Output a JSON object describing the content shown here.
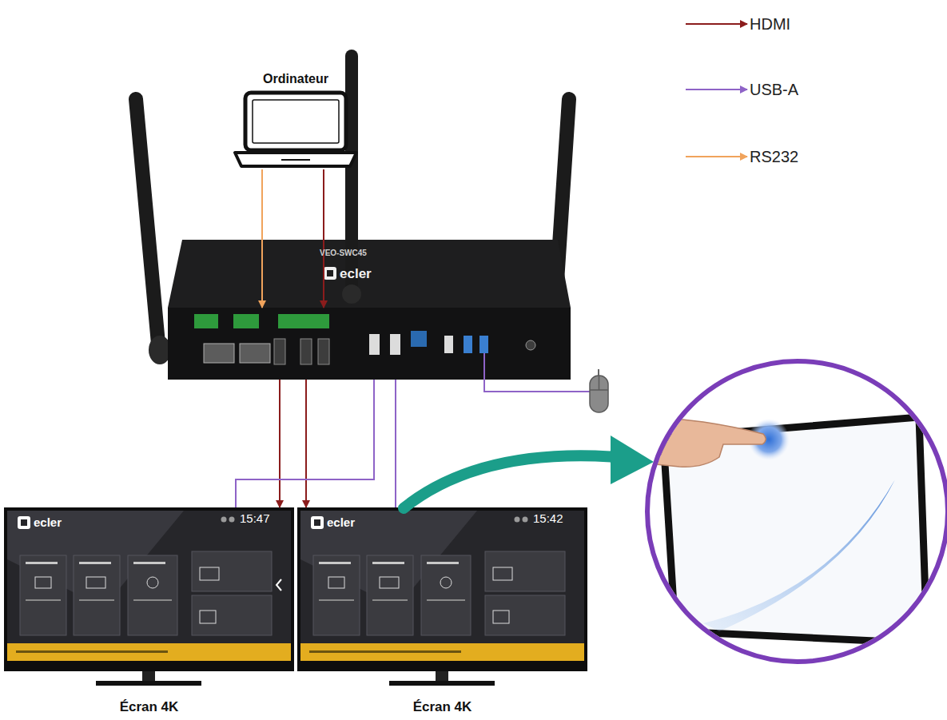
{
  "diagram": {
    "nodes": [
      {
        "text": [
          "Ordinateur"
        ]
      },
      {
        "text": [
          "ecler",
          "VEO-SWC45"
        ]
      },
      {
        "text": [
          "ecler",
          "15:47",
          "Écran 4K"
        ]
      },
      {
        "text": [
          "ecler",
          "15:42",
          "Écran 4K"
        ]
      }
    ],
    "edges": [
      {
        "from": 0,
        "to": 1,
        "arrow": "to"
      },
      {
        "from": 0,
        "to": 1,
        "arrow": "to"
      },
      {
        "from": 1,
        "to": 2,
        "arrow": "to"
      },
      {
        "from": 1,
        "to": 3,
        "arrow": "to"
      },
      {
        "from": 2,
        "to": 1,
        "arrow": "none"
      },
      {
        "from": 3,
        "to": 1,
        "arrow": "none"
      }
    ],
    "legend": [
      {
        "text": "HDMI"
      },
      {
        "text": "USB-A"
      },
      {
        "text": "RS232"
      }
    ]
  }
}
